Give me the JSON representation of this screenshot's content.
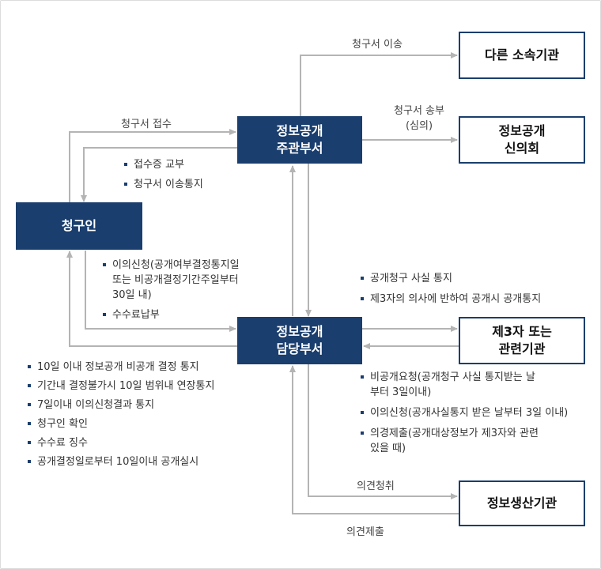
{
  "boxes": {
    "other_agency": "다른 소속기관",
    "committee": "정보공개\n신의회",
    "main_dept": "정보공개\n주관부서",
    "requester": "청구인",
    "handling_dept": "정보공개\n담당부서",
    "third_party": "제3자 또는\n관련기관",
    "producer": "정보생산기관"
  },
  "labels": {
    "transfer": "청구서 이송",
    "send": "청구서 송부\n(심의)",
    "receive": "청구서 접수",
    "opinion_request": "의견청취",
    "opinion_submit": "의견제출"
  },
  "notes": {
    "main_to_requester": [
      "접수증 교부",
      "청구서 이송통지"
    ],
    "requester_to_handling": [
      "이의신청(공개여부결정통지일\n또는 비공개결정기간주일부터\n30일 내)",
      "수수료납부"
    ],
    "handling_to_requester": [
      "10일 이내 정보공개 비공개 결정 통지",
      "기간내 결정불가시 10일 범위내 연장통지",
      "7일이내 이의신청결과 통지",
      "청구인 확인",
      "수수료 징수",
      "공개결정일로부터 10일이내 공개실시"
    ],
    "handling_to_third": [
      "공개청구 사실 통지",
      "제3자의 의사에 반하여 공개시 공개통지"
    ],
    "third_to_handling": [
      "비공개요청(공개청구 사실 통지받는 날\n부터 3일이내)",
      "이의신청(공개사실통지 받은 날부터 3일 이내)",
      "의경제출(공개대상정보가 제3자와 관련\n있을 때)"
    ]
  },
  "colors": {
    "box_dark": "#1a3e6e",
    "line": "#b4b4b4",
    "bullet": "#1a3e6e"
  }
}
